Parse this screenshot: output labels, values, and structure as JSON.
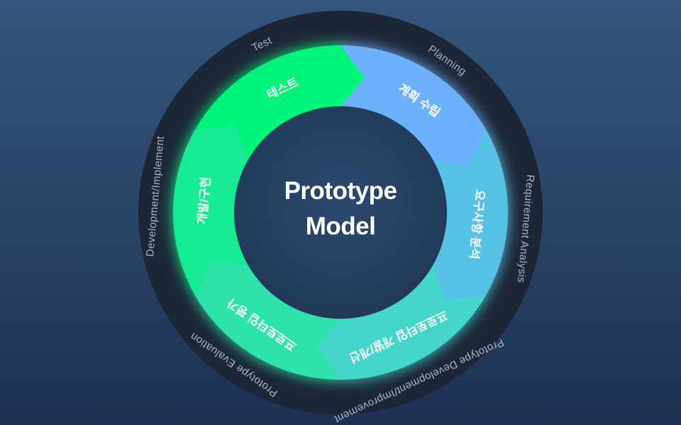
{
  "center": {
    "line1": "Prototype",
    "line2": "Model"
  },
  "segments": [
    {
      "id": "planning",
      "label": "계획 수립",
      "color": "#6cb1fc"
    },
    {
      "id": "requirement-analysis",
      "label": "요구사항 분석",
      "color": "#59c2e6"
    },
    {
      "id": "prototype-development",
      "label": "프로토타입 개발/개선",
      "color": "#45d6cb"
    },
    {
      "id": "prototype-evaluation",
      "label": "프로토타입 평가",
      "color": "#2ee2ac"
    },
    {
      "id": "development",
      "label": "개발/구현",
      "color": "#19eb93"
    },
    {
      "id": "test",
      "label": "테스트",
      "color": "#00f57a"
    }
  ],
  "outer_labels": [
    {
      "id": "planning",
      "text": "Planning"
    },
    {
      "id": "requirement-analysis",
      "text": "Requirement Analysis"
    },
    {
      "id": "prototype-development",
      "text": "Prototype Development/Improvement"
    },
    {
      "id": "prototype-evaluation",
      "text": "Prototype Evaluation"
    },
    {
      "id": "development",
      "text": "Development/Implement"
    },
    {
      "id": "test",
      "text": "Test"
    }
  ],
  "colors": {
    "background_top": "#34557c",
    "background_bottom": "#1d3153",
    "outer_ring": "#1d2636",
    "inner_circle": "#253e5f",
    "outer_text": "#aab5c4",
    "glow": "#00ff88"
  }
}
